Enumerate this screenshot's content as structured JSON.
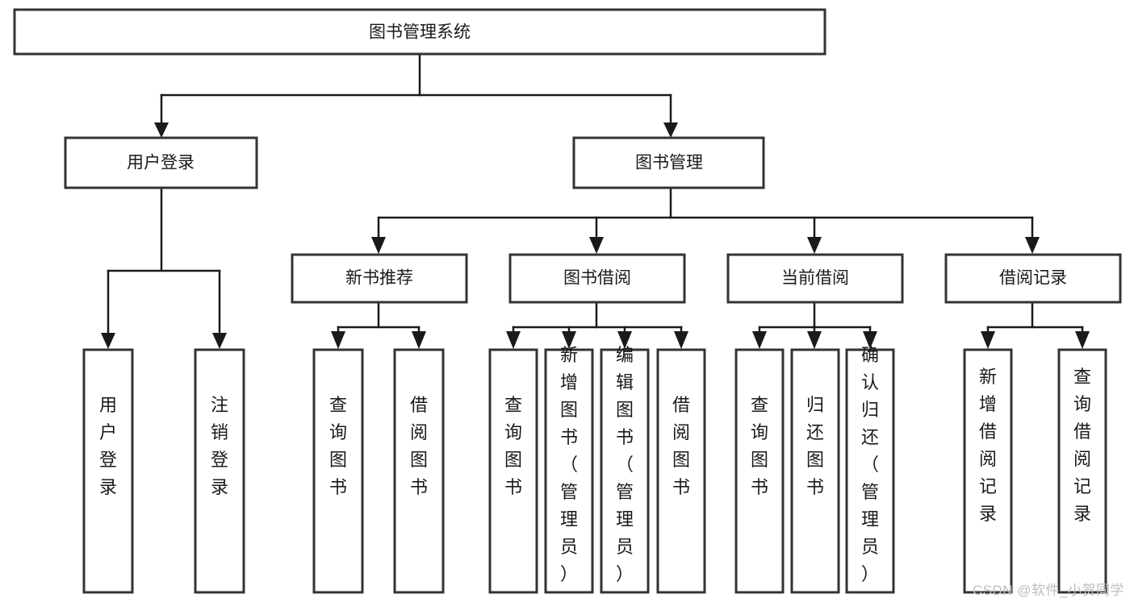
{
  "diagram": {
    "type": "tree-hierarchy",
    "title": "图书管理系统",
    "watermark": "CSDN @软件_小贺同学",
    "root": {
      "id": "root",
      "label": "图书管理系统"
    },
    "level2": [
      {
        "id": "user-login",
        "label": "用户登录"
      },
      {
        "id": "book-manage",
        "label": "图书管理"
      }
    ],
    "level3": [
      {
        "id": "new-book-recommend",
        "label": "新书推荐",
        "parent": "book-manage"
      },
      {
        "id": "book-borrow",
        "label": "图书借阅",
        "parent": "book-manage"
      },
      {
        "id": "current-borrow",
        "label": "当前借阅",
        "parent": "book-manage"
      },
      {
        "id": "borrow-record",
        "label": "借阅记录",
        "parent": "book-manage"
      }
    ],
    "leaves": [
      {
        "id": "leaf-user-login",
        "label": "用户登录",
        "parent": "user-login"
      },
      {
        "id": "leaf-user-logout",
        "label": "注销登录",
        "parent": "user-login"
      },
      {
        "id": "leaf-query-book-1",
        "label": "查询图书",
        "parent": "new-book-recommend"
      },
      {
        "id": "leaf-borrow-book-1",
        "label": "借阅图书",
        "parent": "new-book-recommend"
      },
      {
        "id": "leaf-query-book-2",
        "label": "查询图书",
        "parent": "book-borrow"
      },
      {
        "id": "leaf-add-book",
        "label": "新增图书（管理员）",
        "parent": "book-borrow"
      },
      {
        "id": "leaf-edit-book",
        "label": "编辑图书（管理员）",
        "parent": "book-borrow"
      },
      {
        "id": "leaf-borrow-book-2",
        "label": "借阅图书",
        "parent": "book-borrow"
      },
      {
        "id": "leaf-query-book-3",
        "label": "查询图书",
        "parent": "current-borrow"
      },
      {
        "id": "leaf-return-book",
        "label": "归还图书",
        "parent": "current-borrow"
      },
      {
        "id": "leaf-confirm-return",
        "label": "确认归还（管理员）",
        "parent": "current-borrow"
      },
      {
        "id": "leaf-add-record",
        "label": "新增借阅记录",
        "parent": "borrow-record"
      },
      {
        "id": "leaf-query-record",
        "label": "查询借阅记录",
        "parent": "borrow-record"
      }
    ],
    "colors": {
      "box_stroke": "#333333",
      "box_fill": "#ffffff",
      "connector": "#1a1a1a",
      "text": "#1a1a1a",
      "watermark": "#bdbdbd"
    }
  }
}
